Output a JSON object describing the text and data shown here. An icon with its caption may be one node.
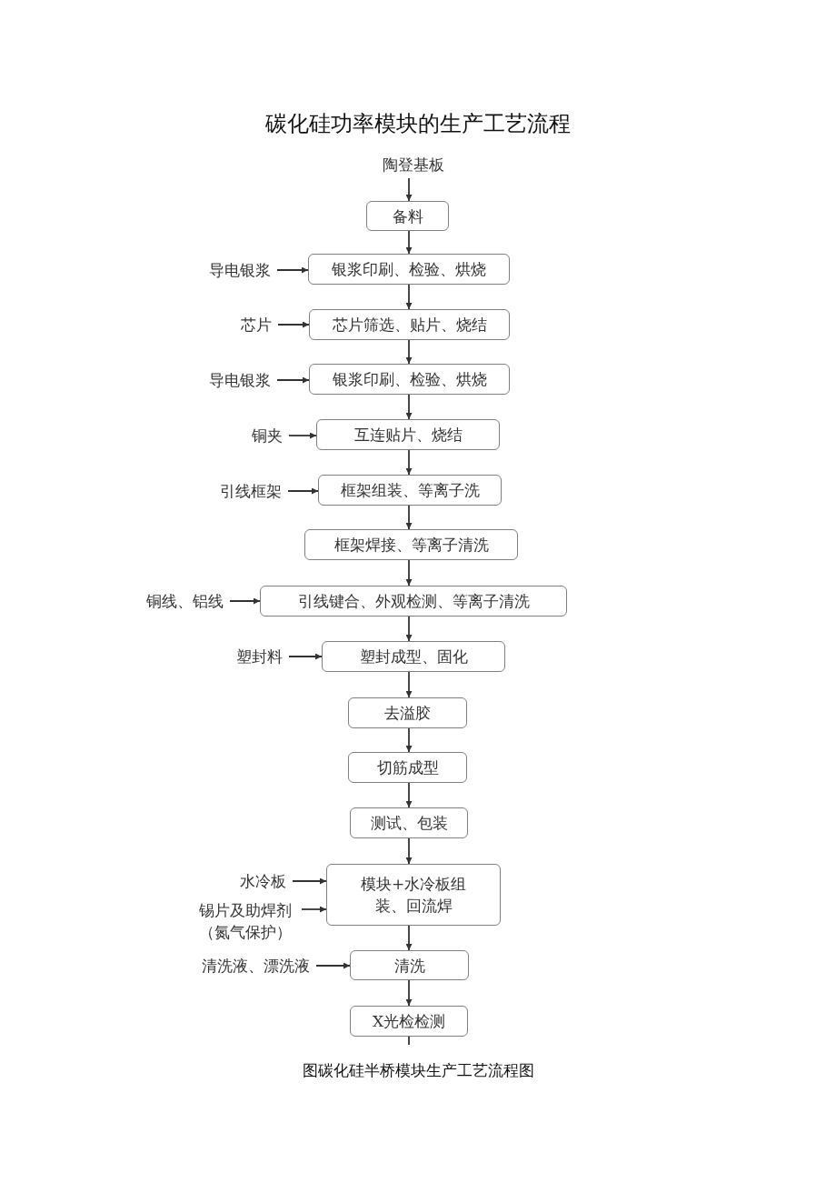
{
  "diagram": {
    "title": "碳化硅功率模块的生产工艺流程",
    "caption": "图碳化硅半桥模块生产工艺流程图",
    "nodes": [
      {
        "text": [
          "陶登基板"
        ]
      },
      {
        "text": [
          "备料"
        ]
      },
      {
        "text": [
          "导电银浆"
        ]
      },
      {
        "text": [
          "银浆印刷、检验、烘烧"
        ]
      },
      {
        "text": [
          "芯片"
        ]
      },
      {
        "text": [
          "芯片筛选、贴片、烧结"
        ]
      },
      {
        "text": [
          "导电银浆"
        ]
      },
      {
        "text": [
          "银浆印刷、检验、烘烧"
        ]
      },
      {
        "text": [
          "铜夹"
        ]
      },
      {
        "text": [
          "互连贴片、烧结"
        ]
      },
      {
        "text": [
          "引线框架"
        ]
      },
      {
        "text": [
          "框架组装、等离子洗"
        ]
      },
      {
        "text": [
          "框架焊接、等离子清洗"
        ]
      },
      {
        "text": [
          "铜线、铝线"
        ]
      },
      {
        "text": [
          "引线键合、外观检测、等离子清洗"
        ]
      },
      {
        "text": [
          "塑封料"
        ]
      },
      {
        "text": [
          "塑封成型、固化"
        ]
      },
      {
        "text": [
          "去溢胶"
        ]
      },
      {
        "text": [
          "切筋成型"
        ]
      },
      {
        "text": [
          "测试、包装"
        ]
      },
      {
        "text": [
          "水冷板"
        ]
      },
      {
        "text": [
          "锡片及助焊剂（氮气保护）"
        ]
      },
      {
        "text": [
          "模块+水冷板组装、回流焊"
        ]
      },
      {
        "text": [
          "清洗液、漂洗液"
        ]
      },
      {
        "text": [
          "清洗"
        ]
      },
      {
        "text": [
          "X光检检测"
        ]
      }
    ],
    "edges": [
      {
        "from": 0,
        "to": 1,
        "arrow": "to"
      },
      {
        "from": 1,
        "to": 3,
        "arrow": "to"
      },
      {
        "from": 2,
        "to": 3,
        "arrow": "to"
      },
      {
        "from": 3,
        "to": 5,
        "arrow": "to"
      },
      {
        "from": 4,
        "to": 5,
        "arrow": "to"
      },
      {
        "from": 5,
        "to": 7,
        "arrow": "to"
      },
      {
        "from": 6,
        "to": 7,
        "arrow": "to"
      },
      {
        "from": 7,
        "to": 9,
        "arrow": "to"
      },
      {
        "from": 8,
        "to": 9,
        "arrow": "to"
      },
      {
        "from": 9,
        "to": 11,
        "arrow": "to"
      },
      {
        "from": 10,
        "to": 11,
        "arrow": "to"
      },
      {
        "from": 11,
        "to": 12,
        "arrow": "to"
      },
      {
        "from": 12,
        "to": 14,
        "arrow": "to"
      },
      {
        "from": 13,
        "to": 14,
        "arrow": "to"
      },
      {
        "from": 14,
        "to": 16,
        "arrow": "to"
      },
      {
        "from": 15,
        "to": 16,
        "arrow": "to"
      },
      {
        "from": 16,
        "to": 17,
        "arrow": "to"
      },
      {
        "from": 17,
        "to": 18,
        "arrow": "to"
      },
      {
        "from": 18,
        "to": 19,
        "arrow": "to"
      },
      {
        "from": 19,
        "to": 22,
        "arrow": "to"
      },
      {
        "from": 20,
        "to": 22,
        "arrow": "to"
      },
      {
        "from": 21,
        "to": 22,
        "arrow": "to"
      },
      {
        "from": 22,
        "to": 24,
        "arrow": "to"
      },
      {
        "from": 23,
        "to": 24,
        "arrow": "to"
      },
      {
        "from": 24,
        "to": 25,
        "arrow": "to"
      },
      {
        "from": 25,
        "to": null,
        "arrow": "none"
      }
    ]
  }
}
